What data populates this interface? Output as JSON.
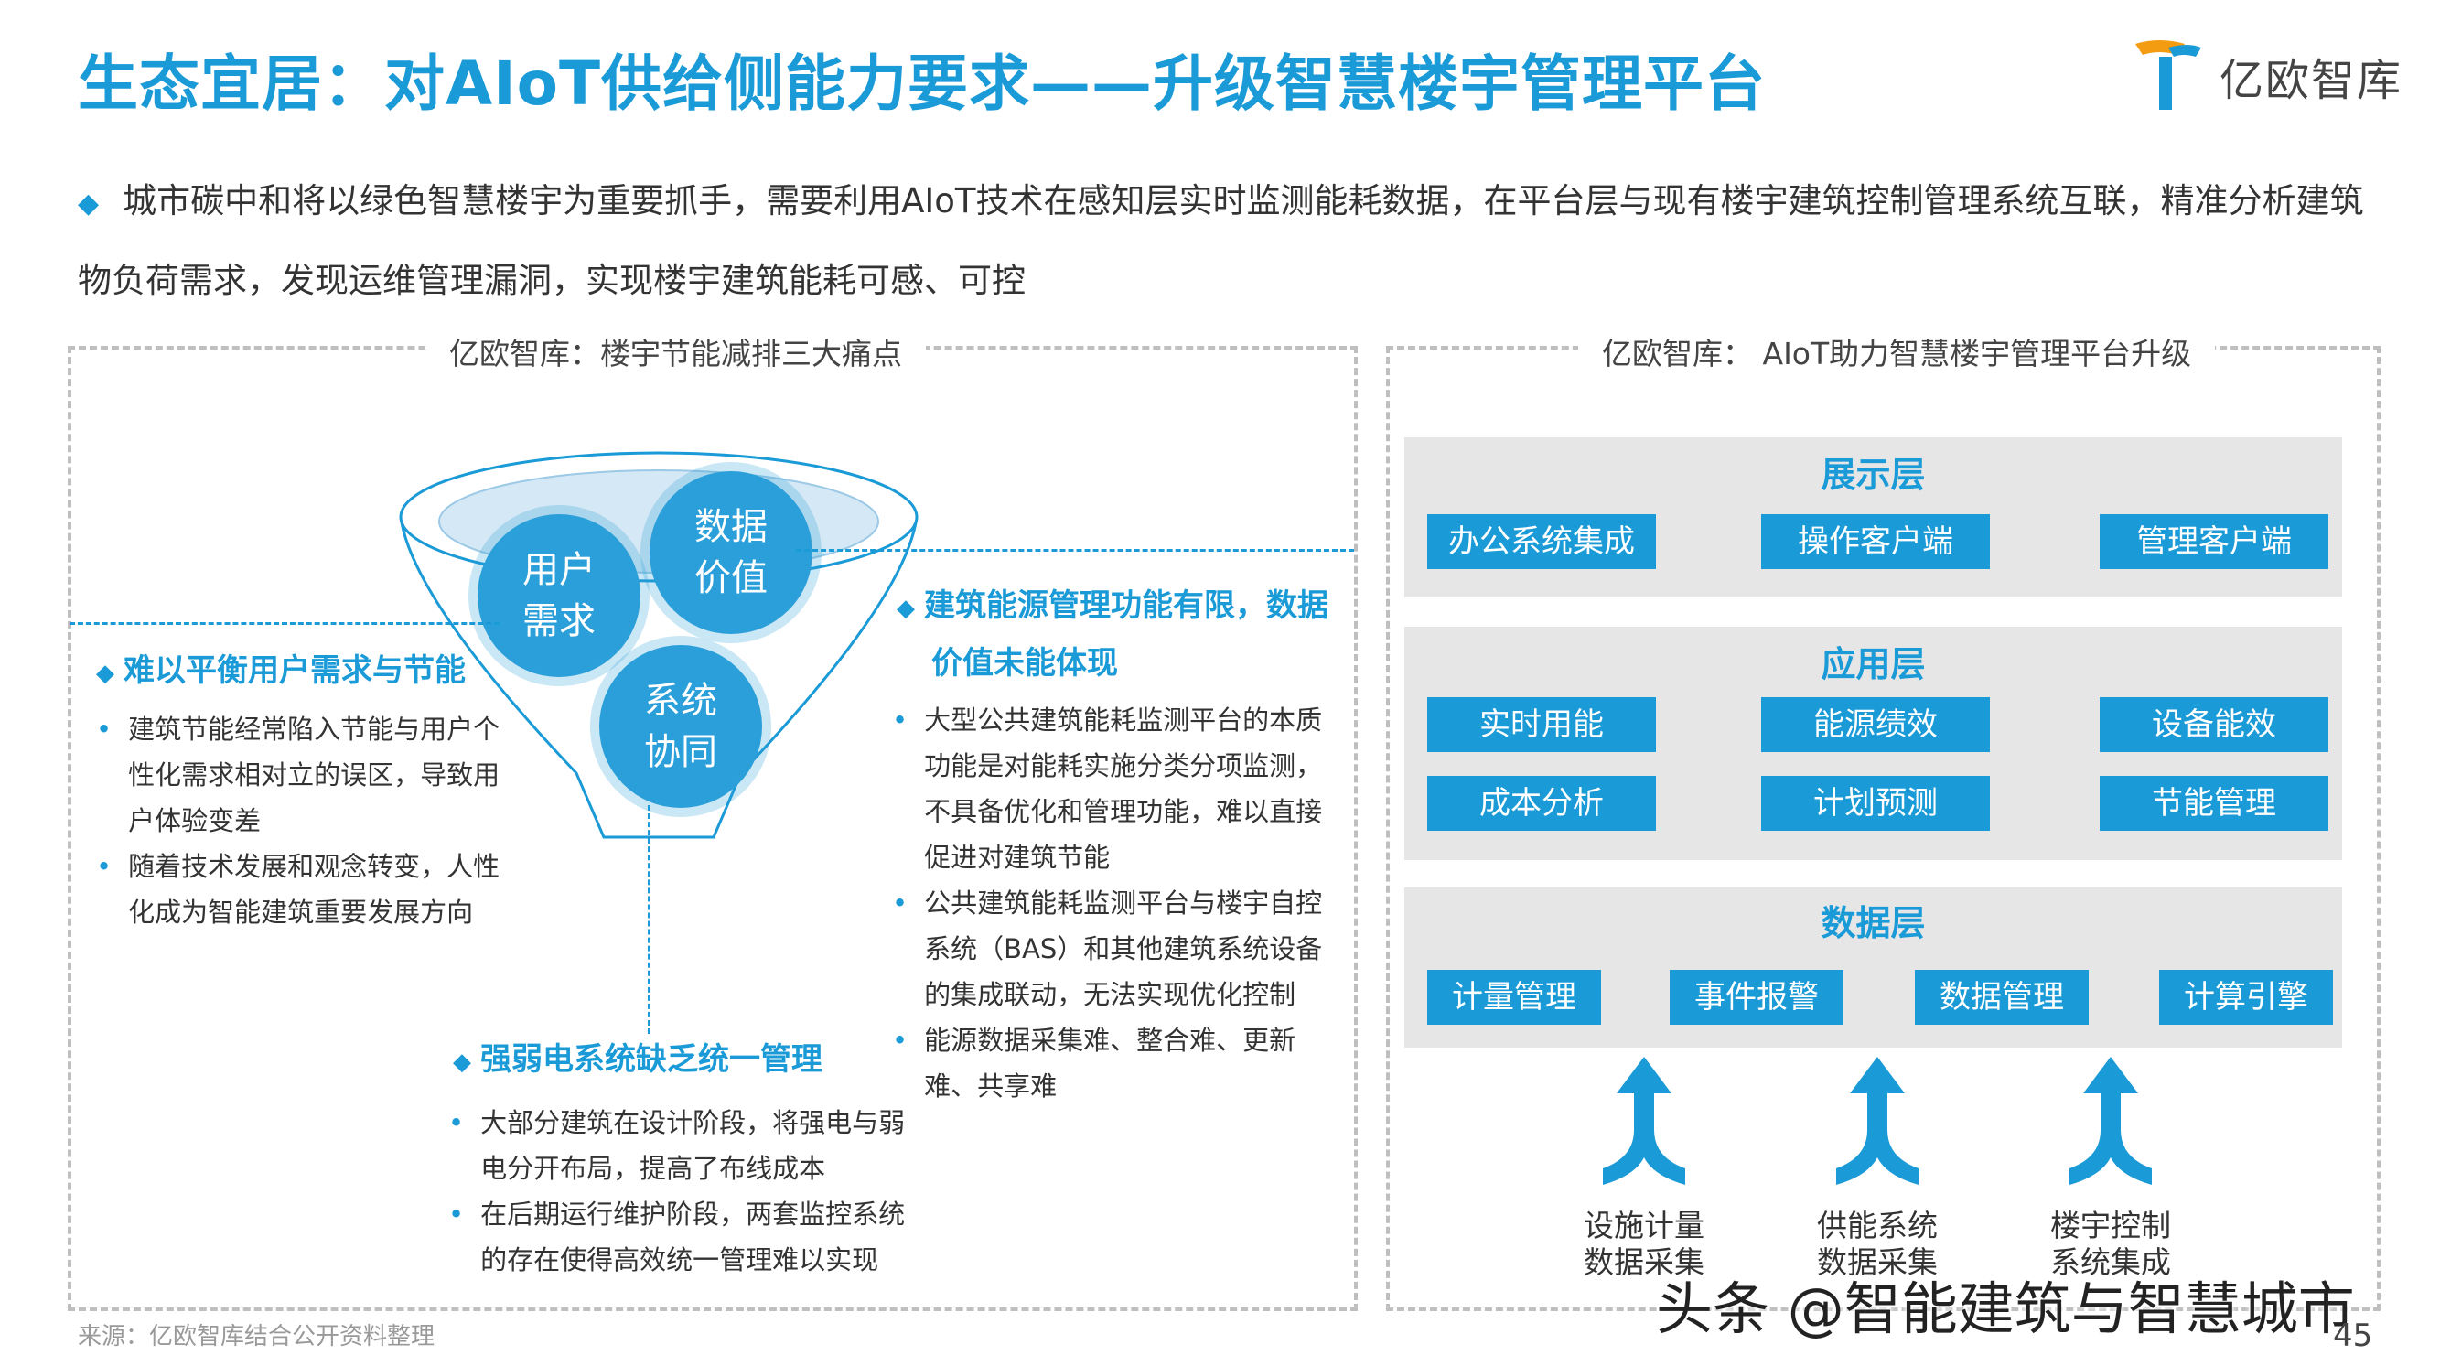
{
  "header": {
    "title": "生态宜居：对AIoT供给侧能力要求——升级智慧楼宇管理平台",
    "logo_text": "亿欧智库"
  },
  "intro": "城市碳中和将以绿色智慧楼宇为重要抓手，需要利用AIoT技术在感知层实时监测能耗数据，在平台层与现有楼宇建筑控制管理系统互联，精准分析建筑物负荷需求，发现运维管理漏洞，实现楼宇建筑能耗可感、可控",
  "left_panel": {
    "title": "亿欧智库：楼宇节能减排三大痛点",
    "bubbles": {
      "user": [
        "用户",
        "需求"
      ],
      "data": [
        "数据",
        "价值"
      ],
      "system": [
        "系统",
        "协同"
      ]
    },
    "points": [
      {
        "head": "难以平衡用户需求与节能",
        "bullets": [
          "建筑节能经常陷入节能与用户个性化需求相对立的误区，导致用户体验变差",
          "随着技术发展和观念转变，人性化成为智能建筑重要发展方向"
        ]
      },
      {
        "head_lines": [
          "建筑能源管理功能有限，数据",
          "价值未能体现"
        ],
        "bullets": [
          "大型公共建筑能耗监测平台的本质功能是对能耗实施分类分项监测，不具备优化和管理功能，难以直接促进对建筑节能",
          "公共建筑能耗监测平台与楼宇自控系统（BAS）和其他建筑系统设备的集成联动，无法实现优化控制",
          "能源数据采集难、整合难、更新难、共享难"
        ]
      },
      {
        "head": "强弱电系统缺乏统一管理",
        "bullets": [
          "大部分建筑在设计阶段，将强电与弱电分开布局，提高了布线成本",
          "在后期运行维护阶段，两套监控系统的存在使得高效统一管理难以实现"
        ]
      }
    ]
  },
  "right_panel": {
    "title": "亿欧智库： AIoT助力智慧楼宇管理平台升级",
    "layers": [
      {
        "title": "展示层",
        "boxes": [
          "办公系统集成",
          "操作客户端",
          "管理客户端"
        ]
      },
      {
        "title": "应用层",
        "boxes": [
          "实时用能",
          "能源绩效",
          "设备能效",
          "成本分析",
          "计划预测",
          "节能管理"
        ]
      },
      {
        "title": "数据层",
        "boxes": [
          "计量管理",
          "事件报警",
          "数据管理",
          "计算引擎"
        ]
      }
    ],
    "sources": [
      [
        "设施计量",
        "数据采集"
      ],
      [
        "供能系统",
        "数据采集"
      ],
      [
        "楼宇控制",
        "系统集成"
      ]
    ]
  },
  "footer": {
    "source": "来源：亿欧智库结合公开资料整理",
    "watermark": "头条 @智能建筑与智慧城市",
    "page": "45"
  },
  "colors": {
    "accent": "#1a9ad6",
    "layer_bg": "#e6e6e6",
    "text": "#333333"
  }
}
